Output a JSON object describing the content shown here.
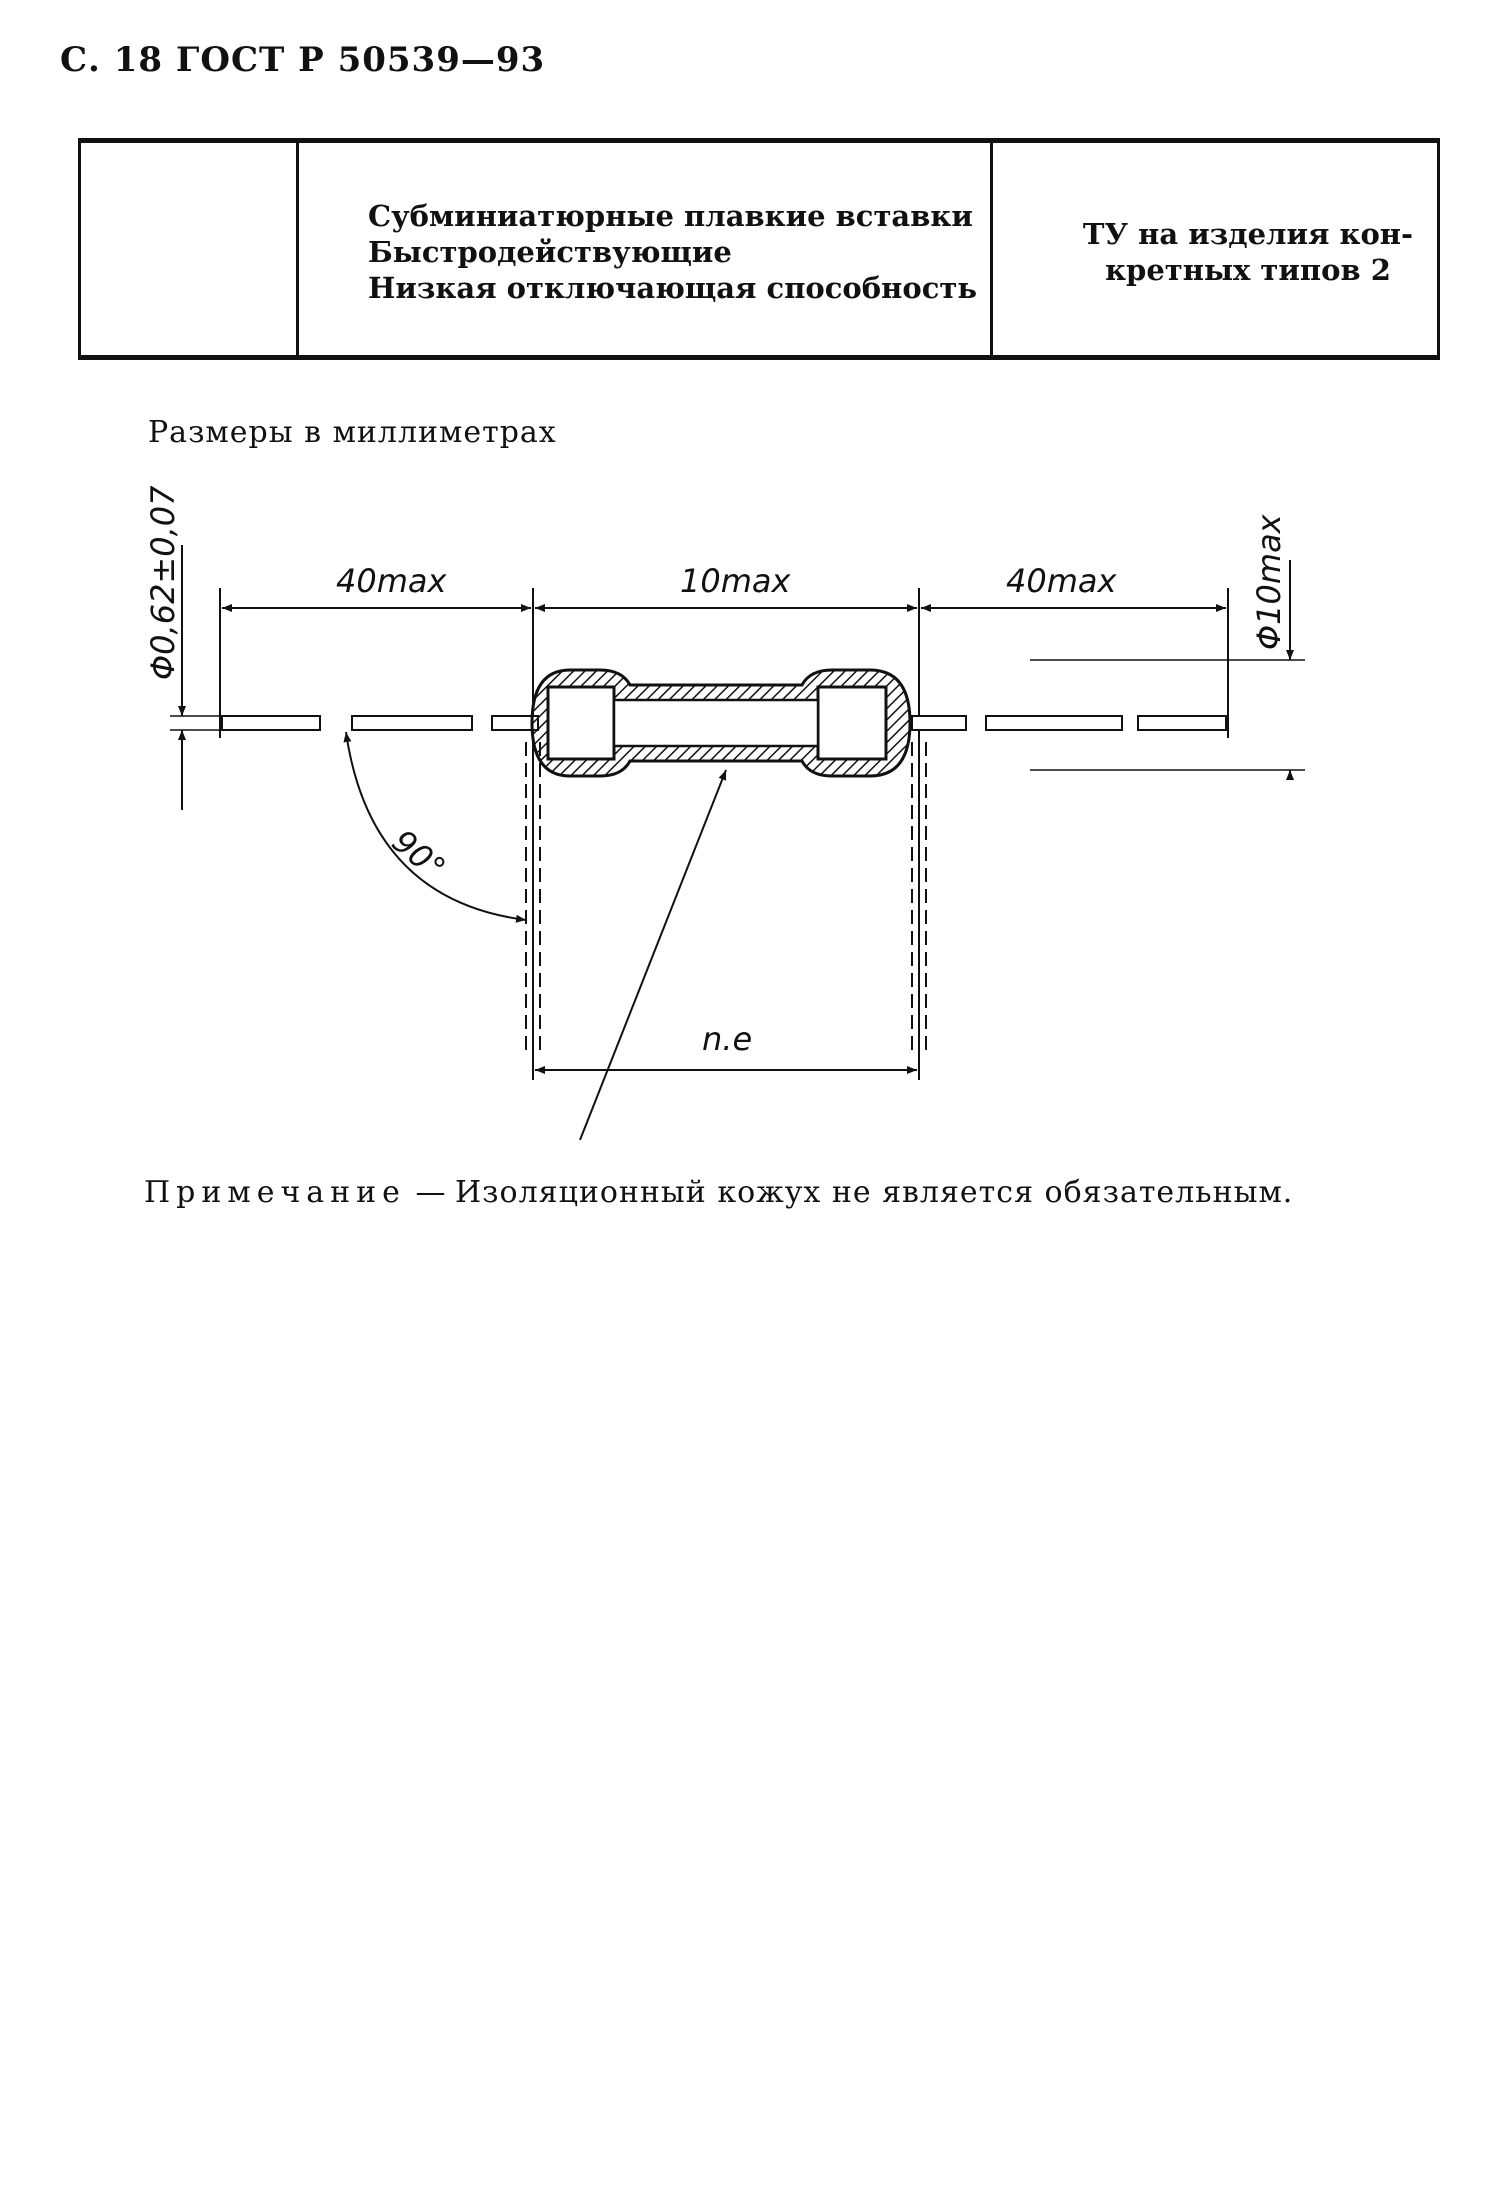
{
  "header": {
    "text": "С. 18 ГОСТ Р 50539—93"
  },
  "table": {
    "middle_lines": [
      "Субминиатюрные плавкие вставки",
      "Быстродействующие",
      "Низкая отключающая способность"
    ],
    "right_lines": [
      "ТУ на изделия кон-",
      "кретных типов 2"
    ]
  },
  "dims_note": "Размеры в миллиметрах",
  "drawing": {
    "dim_left": "40max",
    "dim_center": "10max",
    "dim_right": "40max",
    "dim_lead_diameter": "Φ0,62±0,07",
    "dim_body_diameter": "Φ10max",
    "angle": "90°",
    "pitch": "n.e"
  },
  "note": {
    "label": "Примечание",
    "dash": " — ",
    "text": "Изоляционный кожух не является обязательным."
  }
}
